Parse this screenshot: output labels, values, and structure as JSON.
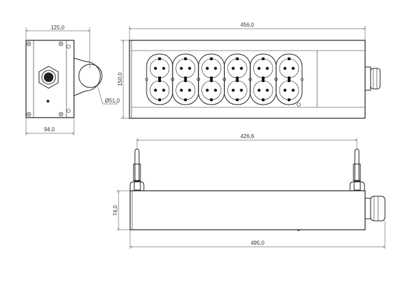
{
  "dimensions": {
    "side_width": "125,0",
    "side_base": "94,0",
    "clamp_diameter": "Ø51,0",
    "top_length": "456,0",
    "top_height": "150,0",
    "bracket_spacing": "426,6",
    "front_height": "74,0",
    "overall_length": "495,0"
  },
  "socket_count": 12
}
